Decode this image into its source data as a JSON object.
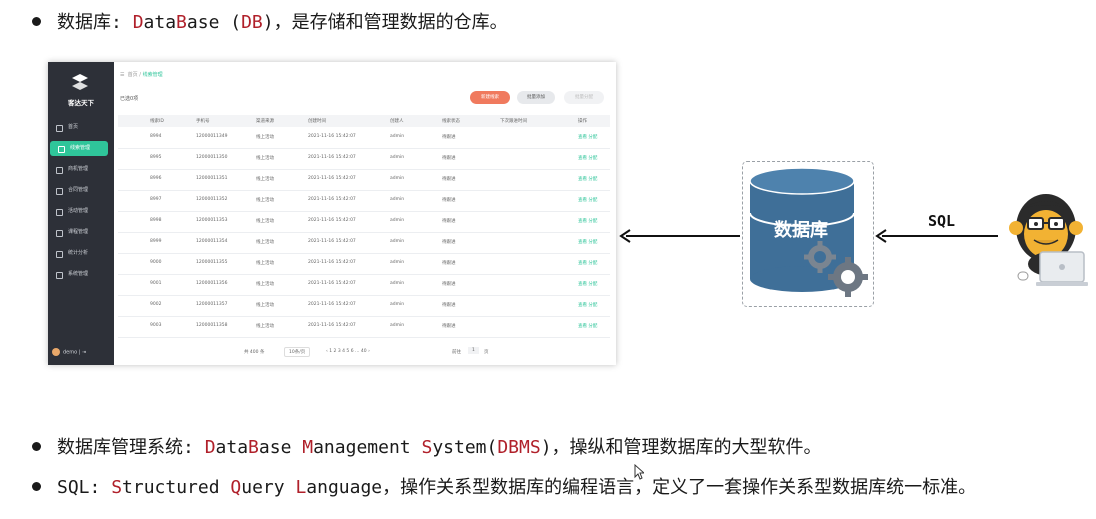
{
  "bullets": {
    "db": {
      "prefix": "数据库: ",
      "parts": [
        {
          "t": "D",
          "hl": true
        },
        {
          "t": "ata",
          "hl": false
        },
        {
          "t": "B",
          "hl": true
        },
        {
          "t": "ase (",
          "hl": false
        },
        {
          "t": "DB",
          "hl": true
        },
        {
          "t": ")，是存储和管理数据的仓库。",
          "hl": false
        }
      ]
    },
    "dbms": {
      "prefix": "数据库管理系统: ",
      "parts": [
        {
          "t": "D",
          "hl": true
        },
        {
          "t": "ata",
          "hl": false
        },
        {
          "t": "B",
          "hl": true
        },
        {
          "t": "ase ",
          "hl": false
        },
        {
          "t": "M",
          "hl": true
        },
        {
          "t": "anagement ",
          "hl": false
        },
        {
          "t": "S",
          "hl": true
        },
        {
          "t": "ystem(",
          "hl": false
        },
        {
          "t": "DBMS",
          "hl": true
        },
        {
          "t": ")，操纵和管理数据库的大型软件。",
          "hl": false
        }
      ]
    },
    "sql": {
      "prefix": "SQL: ",
      "parts": [
        {
          "t": "S",
          "hl": true
        },
        {
          "t": "tructured ",
          "hl": false
        },
        {
          "t": "Q",
          "hl": true
        },
        {
          "t": "uery ",
          "hl": false
        },
        {
          "t": "L",
          "hl": true
        },
        {
          "t": "anguage，操作关系型数据库的编程语言，定义了一套操作关系型数据库统一标准。",
          "hl": false
        }
      ]
    }
  },
  "app": {
    "brand": "客达天下",
    "menu": [
      "首页",
      "线索管理",
      "商机管理",
      "合同管理",
      "活动管理",
      "课程管理",
      "统计分析",
      "系统管理",
      "系统管理"
    ],
    "active_index": 1,
    "user": "demo",
    "breadcrumb": {
      "home": "首页",
      "sep": "/",
      "current": "线索管理"
    },
    "subtitle": "已选0项",
    "buttons": {
      "primary": "新建线索",
      "batch": "批量添加",
      "disabled": "批量分配"
    },
    "columns": [
      "线索ID",
      "手机号",
      "渠道来源",
      "创建时间",
      "创建人",
      "线索状态",
      "下次跟进时间",
      "操作"
    ],
    "rows": [
      [
        "8994",
        "12000011349",
        "线上活动",
        "2021-11-16 15:42:07",
        "admin",
        "待跟进",
        "",
        "查看  分配"
      ],
      [
        "8995",
        "12000011350",
        "线上活动",
        "2021-11-16 15:42:07",
        "admin",
        "待跟进",
        "",
        "查看  分配"
      ],
      [
        "8996",
        "12000011351",
        "线上活动",
        "2021-11-16 15:42:07",
        "admin",
        "待跟进",
        "",
        "查看  分配"
      ],
      [
        "8997",
        "12000011352",
        "线上活动",
        "2021-11-16 15:42:07",
        "admin",
        "待跟进",
        "",
        "查看  分配"
      ],
      [
        "8998",
        "12000011353",
        "线上活动",
        "2021-11-16 15:42:07",
        "admin",
        "待跟进",
        "",
        "查看  分配"
      ],
      [
        "8999",
        "12000011354",
        "线上活动",
        "2021-11-16 15:42:07",
        "admin",
        "待跟进",
        "",
        "查看  分配"
      ],
      [
        "9000",
        "12000011355",
        "线上活动",
        "2021-11-16 15:42:07",
        "admin",
        "待跟进",
        "",
        "查看  分配"
      ],
      [
        "9001",
        "12000011356",
        "线上活动",
        "2021-11-16 15:42:07",
        "admin",
        "待跟进",
        "",
        "查看  分配"
      ],
      [
        "9002",
        "12000011357",
        "线上活动",
        "2021-11-16 15:42:07",
        "admin",
        "待跟进",
        "",
        "查看  分配"
      ],
      [
        "9003",
        "12000011358",
        "线上活动",
        "2021-11-16 15:42:07",
        "admin",
        "待跟进",
        "",
        "查看  分配"
      ]
    ],
    "pager": {
      "total": "共 400 条",
      "size": "10条/页",
      "pages": "‹  1  2  3  4  5  6  …  40  ›",
      "goto": "前往",
      "page": "1",
      "unit": "页"
    }
  },
  "diagram": {
    "db_label": "数据库",
    "sql_label": "SQL"
  },
  "colors": {
    "highlight": "#b0202a",
    "db_blue": "#3f6f98",
    "accent": "#2fc59a"
  }
}
